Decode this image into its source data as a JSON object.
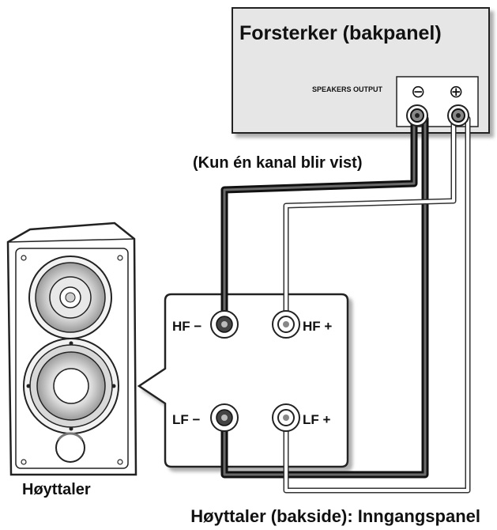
{
  "amplifier": {
    "title": "Forsterker (bakpanel)",
    "output_label": "SPEAKERS OUTPUT",
    "minus_symbol": "⊖",
    "plus_symbol": "⊕"
  },
  "channel_note": "(Kun én kanal blir vist)",
  "panel": {
    "hf_minus": "HF −",
    "hf_plus": "HF +",
    "lf_minus": "LF −",
    "lf_plus": "LF +"
  },
  "speaker_label": "Høyttaler",
  "panel_caption": "Høyttaler (bakside): Inngangspanel",
  "colors": {
    "amp_fill": "#e6e6e6",
    "outline": "#222222",
    "negative_cable": "#333333",
    "positive_cable_outline": "#444444",
    "positive_cable_fill": "#ffffff"
  }
}
